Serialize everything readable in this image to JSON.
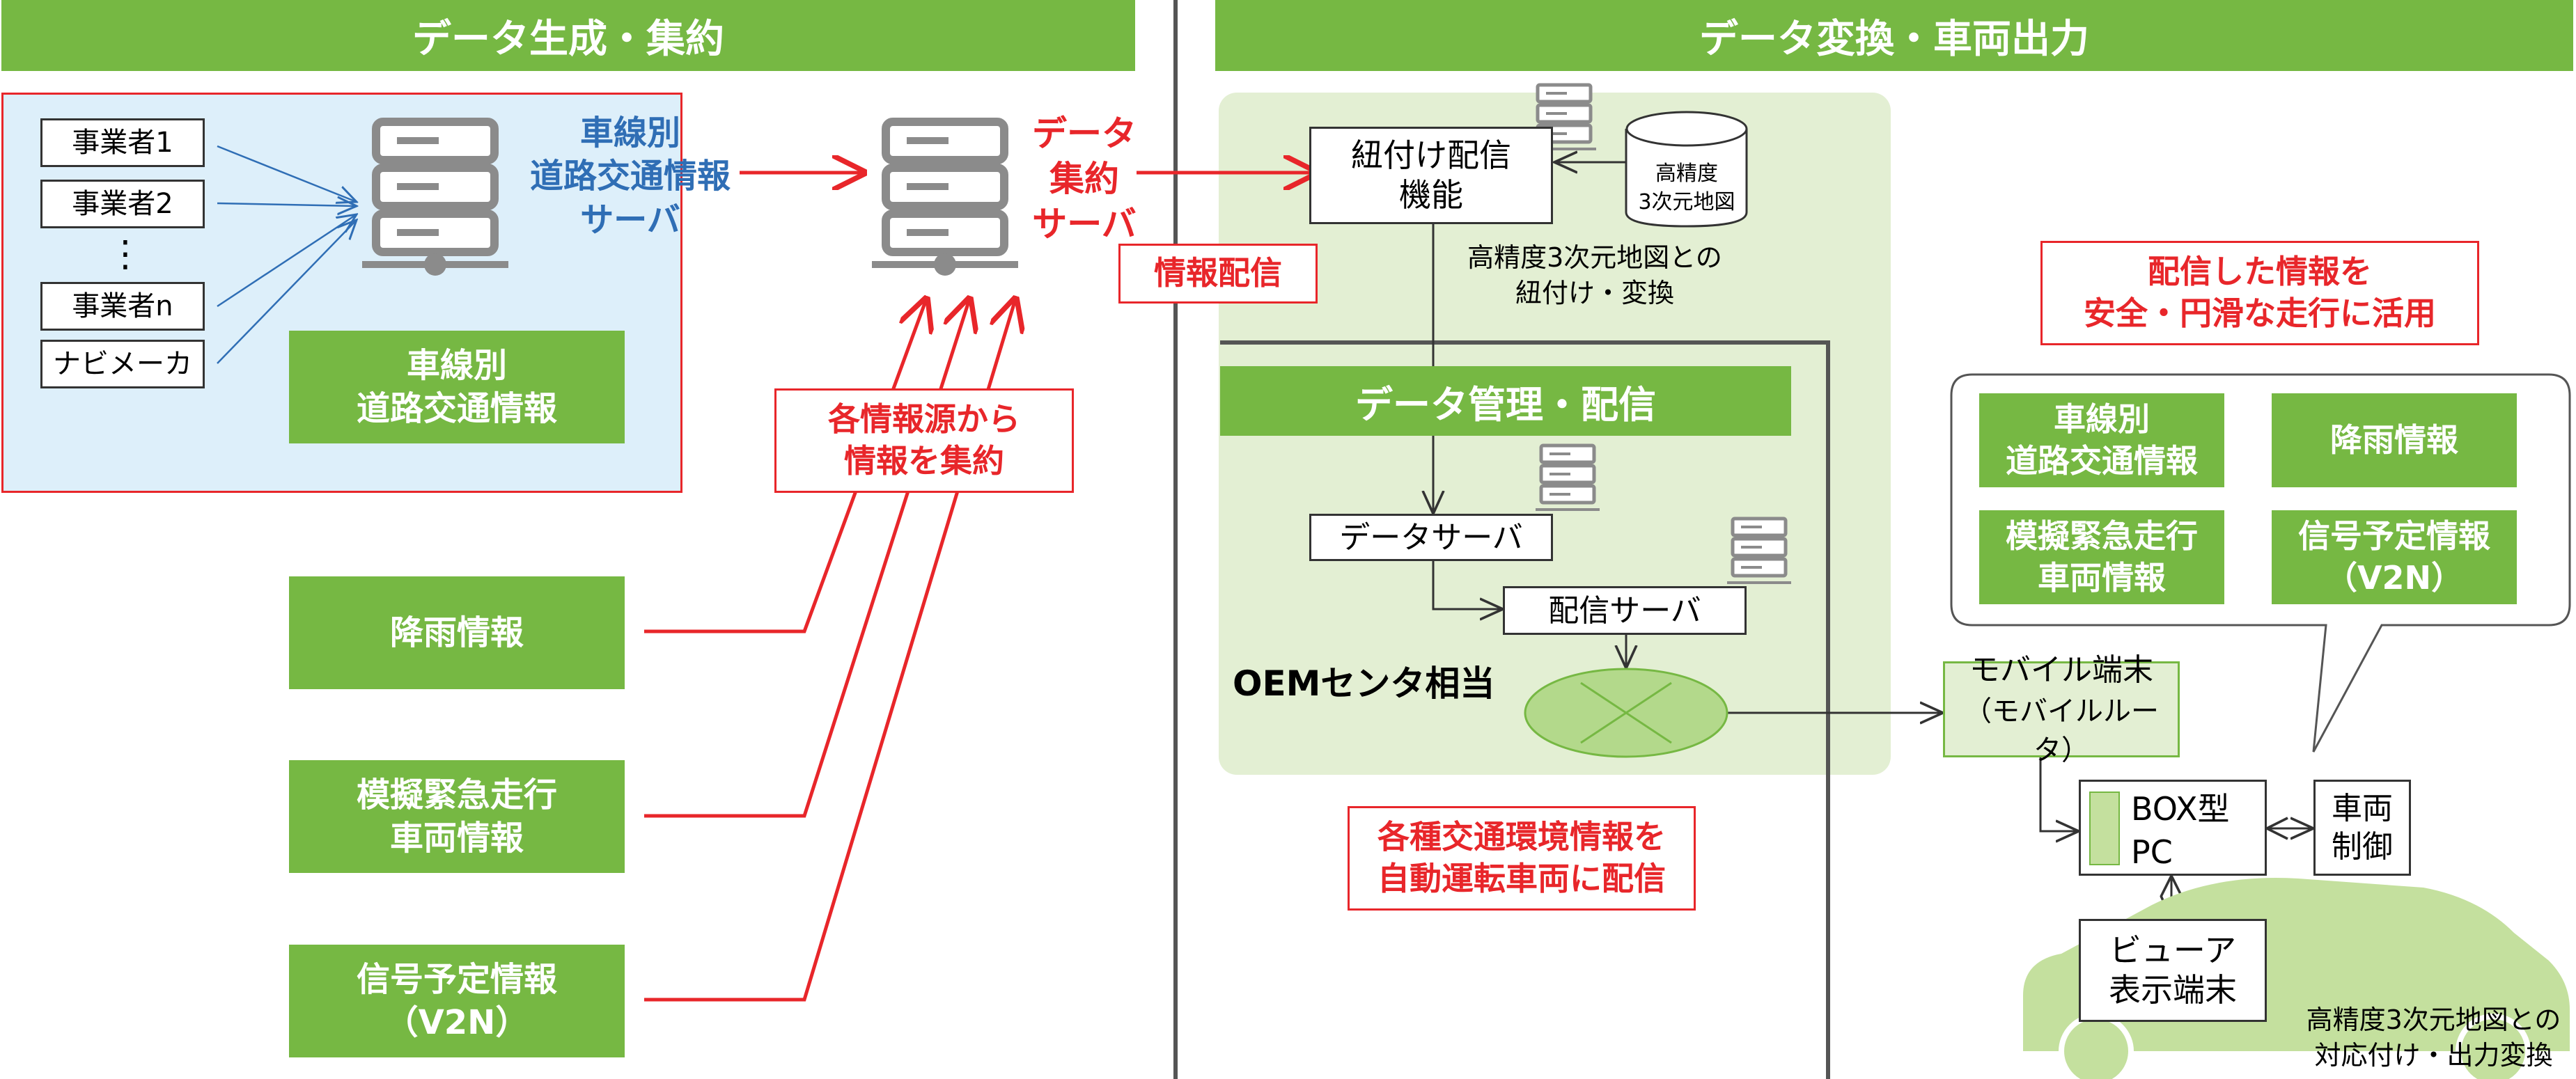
{
  "headers": {
    "left": "データ生成・集約",
    "right": "データ変換・車両出力"
  },
  "providers": [
    "事業者1",
    "事業者2",
    "⋮",
    "事業者n",
    "ナビメーカ"
  ],
  "lane_server_label": [
    "車線別",
    "道路交通情報",
    "サーバ"
  ],
  "lane_info_box": [
    "車線別",
    "道路交通情報"
  ],
  "aggregation_server_label": [
    "データ",
    "集約",
    "サーバ"
  ],
  "collect_note": [
    "各情報源から",
    "情報を集約"
  ],
  "sources": {
    "rain": [
      "降雨情報"
    ],
    "emergency": [
      "模擬緊急走行",
      "車両情報"
    ],
    "signal": [
      "信号予定情報",
      "（V2N）"
    ]
  },
  "distribute_label": "情報配信",
  "linking": {
    "function_box": [
      "紐付け配信",
      "機能"
    ],
    "hd_map": [
      "高精度",
      "3次元地図"
    ],
    "note": [
      "高精度3次元地図との",
      "紐付け・変換"
    ]
  },
  "management": {
    "title": "データ管理・配信",
    "data_server": "データサーバ",
    "delivery_server": "配信サーバ",
    "oem": "OEMセンタ相当"
  },
  "traffic_note": [
    "各種交通環境情報を",
    "自動運転車両に配信"
  ],
  "usage_note": [
    "配信した情報を",
    "安全・円滑な走行に活用"
  ],
  "bubble_items": {
    "lane": [
      "車線別",
      "道路交通情報"
    ],
    "rain": [
      "降雨情報"
    ],
    "emergency": [
      "模擬緊急走行",
      "車両情報"
    ],
    "signal": [
      "信号予定情報",
      "（V2N）"
    ]
  },
  "mobile": [
    "モバイル端末",
    "（モバイルルータ）"
  ],
  "box_pc": [
    "BOX型",
    "PC"
  ],
  "vehicle_control": [
    "車両",
    "制御"
  ],
  "viewer": [
    "ビューア",
    "表示端末"
  ],
  "output_note": [
    "高精度3次元地図との",
    "対応付け・出力変換"
  ],
  "colors": {
    "green": "#76b843",
    "light_green": "#e3efd3",
    "light_blue": "#ddeffa",
    "red": "#e8262a",
    "blue": "#2f6eb5"
  }
}
